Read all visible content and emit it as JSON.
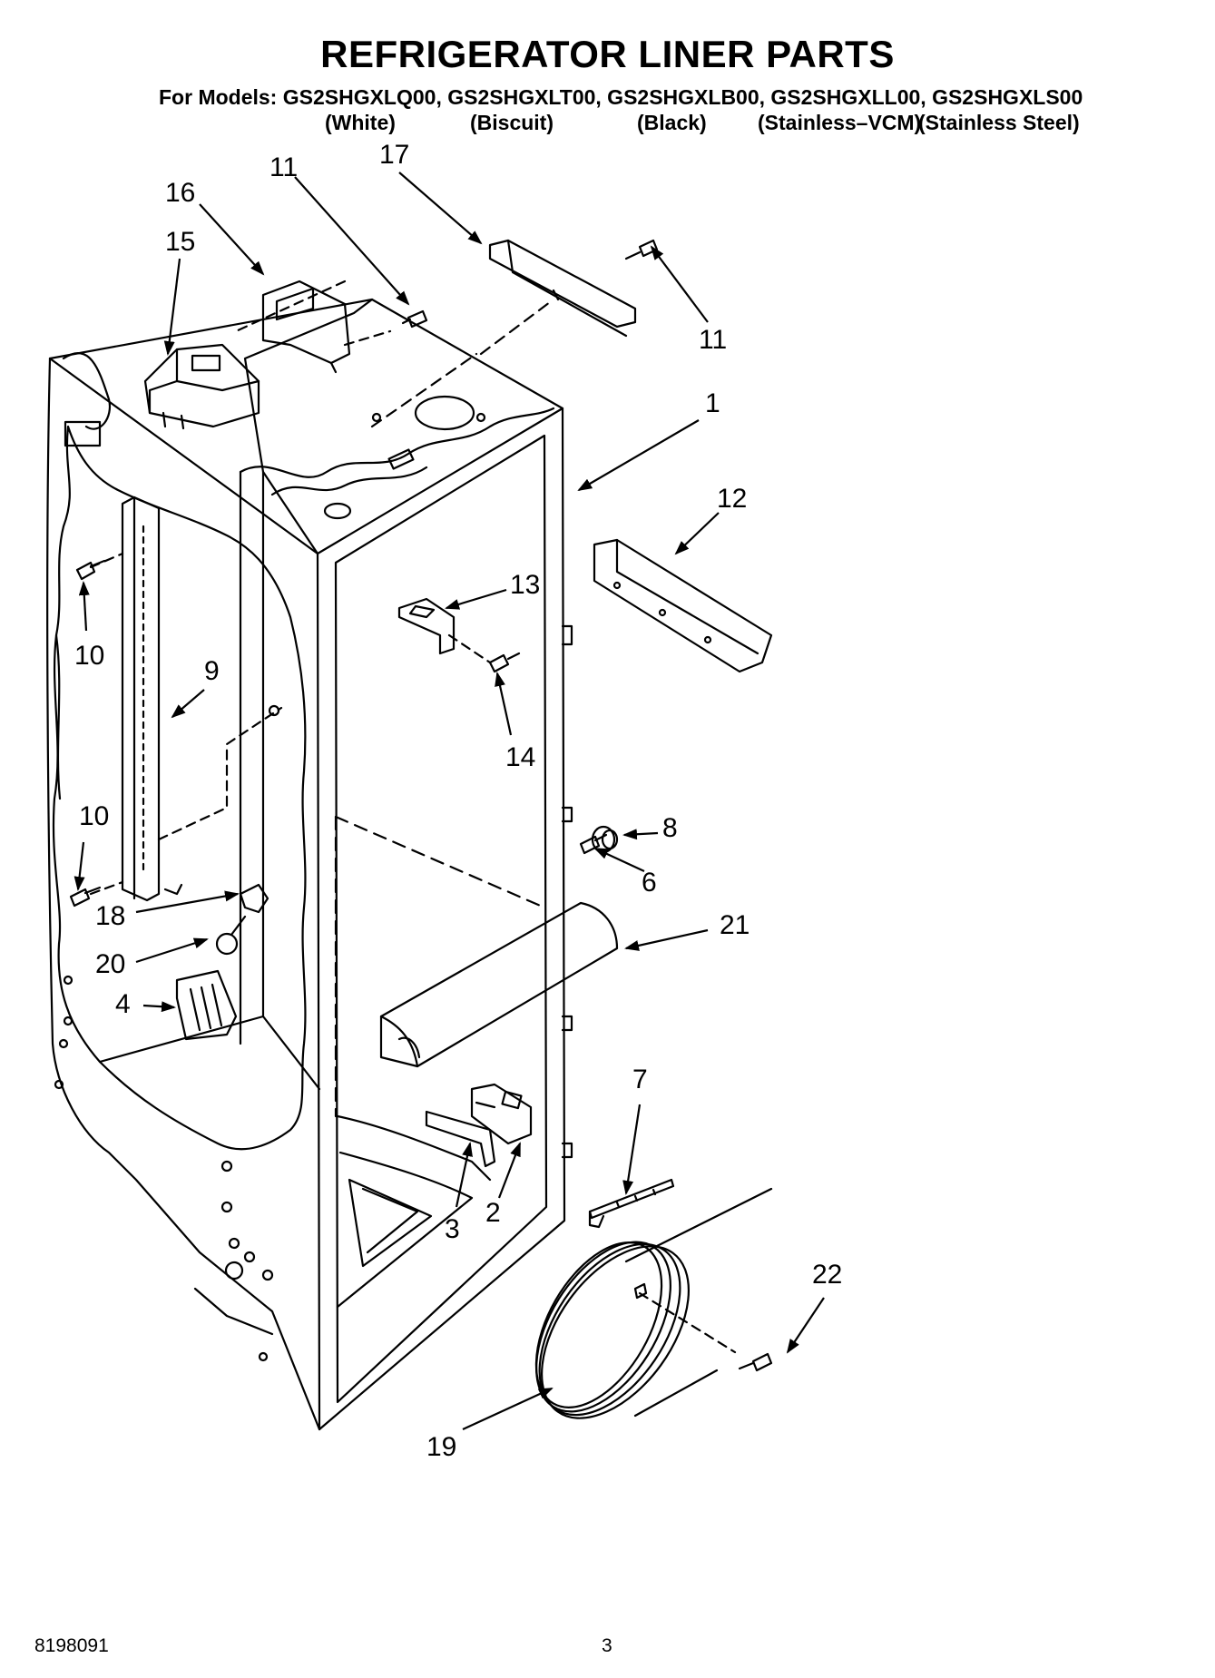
{
  "title": "REFRIGERATOR LINER PARTS",
  "models_line": "For Models: GS2SHGXLQ00, GS2SHGXLT00, GS2SHGXLB00, GS2SHGXLL00, GS2SHGXLS00",
  "colors": [
    "(White)",
    "(Biscuit)",
    "(Black)",
    "(Stainless–VCM)",
    "(Stainless Steel)"
  ],
  "callouts": [
    {
      "id": "c17",
      "label": "17"
    },
    {
      "id": "c11a",
      "label": "11"
    },
    {
      "id": "c16",
      "label": "16"
    },
    {
      "id": "c15",
      "label": "15"
    },
    {
      "id": "c11b",
      "label": "11"
    },
    {
      "id": "c1",
      "label": "1"
    },
    {
      "id": "c12",
      "label": "12"
    },
    {
      "id": "c13",
      "label": "13"
    },
    {
      "id": "c14",
      "label": "14"
    },
    {
      "id": "c10a",
      "label": "10"
    },
    {
      "id": "c9",
      "label": "9"
    },
    {
      "id": "c10b",
      "label": "10"
    },
    {
      "id": "c8",
      "label": "8"
    },
    {
      "id": "c6",
      "label": "6"
    },
    {
      "id": "c18",
      "label": "18"
    },
    {
      "id": "c21",
      "label": "21"
    },
    {
      "id": "c20",
      "label": "20"
    },
    {
      "id": "c4",
      "label": "4"
    },
    {
      "id": "c7",
      "label": "7"
    },
    {
      "id": "c3",
      "label": "3"
    },
    {
      "id": "c2",
      "label": "2"
    },
    {
      "id": "c22",
      "label": "22"
    },
    {
      "id": "c19",
      "label": "19"
    }
  ],
  "footer": {
    "doc_number": "8198091",
    "page_number": "3"
  }
}
